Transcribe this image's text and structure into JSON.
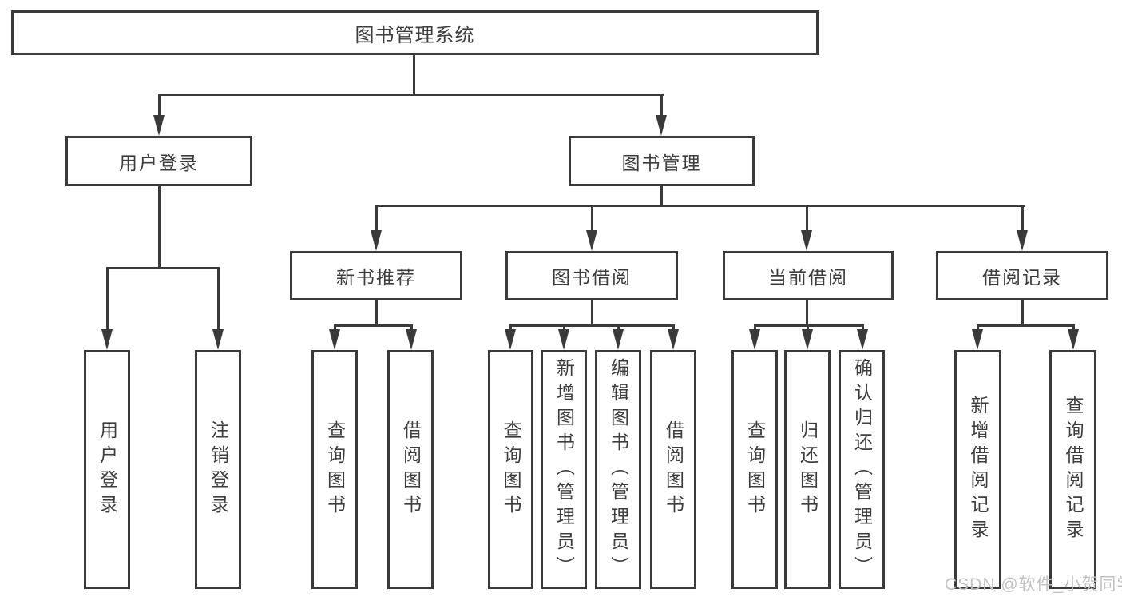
{
  "diagram": {
    "root": {
      "label": "图书管理系统"
    },
    "level2": [
      {
        "label": "用户登录"
      },
      {
        "label": "图书管理"
      }
    ],
    "level3": [
      {
        "label": "新书推荐"
      },
      {
        "label": "图书借阅"
      },
      {
        "label": "当前借阅"
      },
      {
        "label": "借阅记录"
      }
    ],
    "leaves": {
      "user_login": [
        "用户登录",
        "注销登录"
      ],
      "new_book_recommendation": [
        "查询图书",
        "借阅图书"
      ],
      "book_borrowing": [
        "查询图书",
        "新增图书（管理员）",
        "编辑图书（管理员）",
        "借阅图书"
      ],
      "current_borrowing": [
        "查询图书",
        "归还图书",
        "确认归还（管理员）"
      ],
      "borrowing_records": [
        "新增借阅记录",
        "查询借阅记录"
      ]
    }
  },
  "watermark": {
    "text": "CSDN @软件_小贺同学"
  },
  "colors": {
    "line": "#3a3a3a",
    "text": "#3d3d3d",
    "background": "#ffffff",
    "watermark": "#c2c2c2"
  }
}
